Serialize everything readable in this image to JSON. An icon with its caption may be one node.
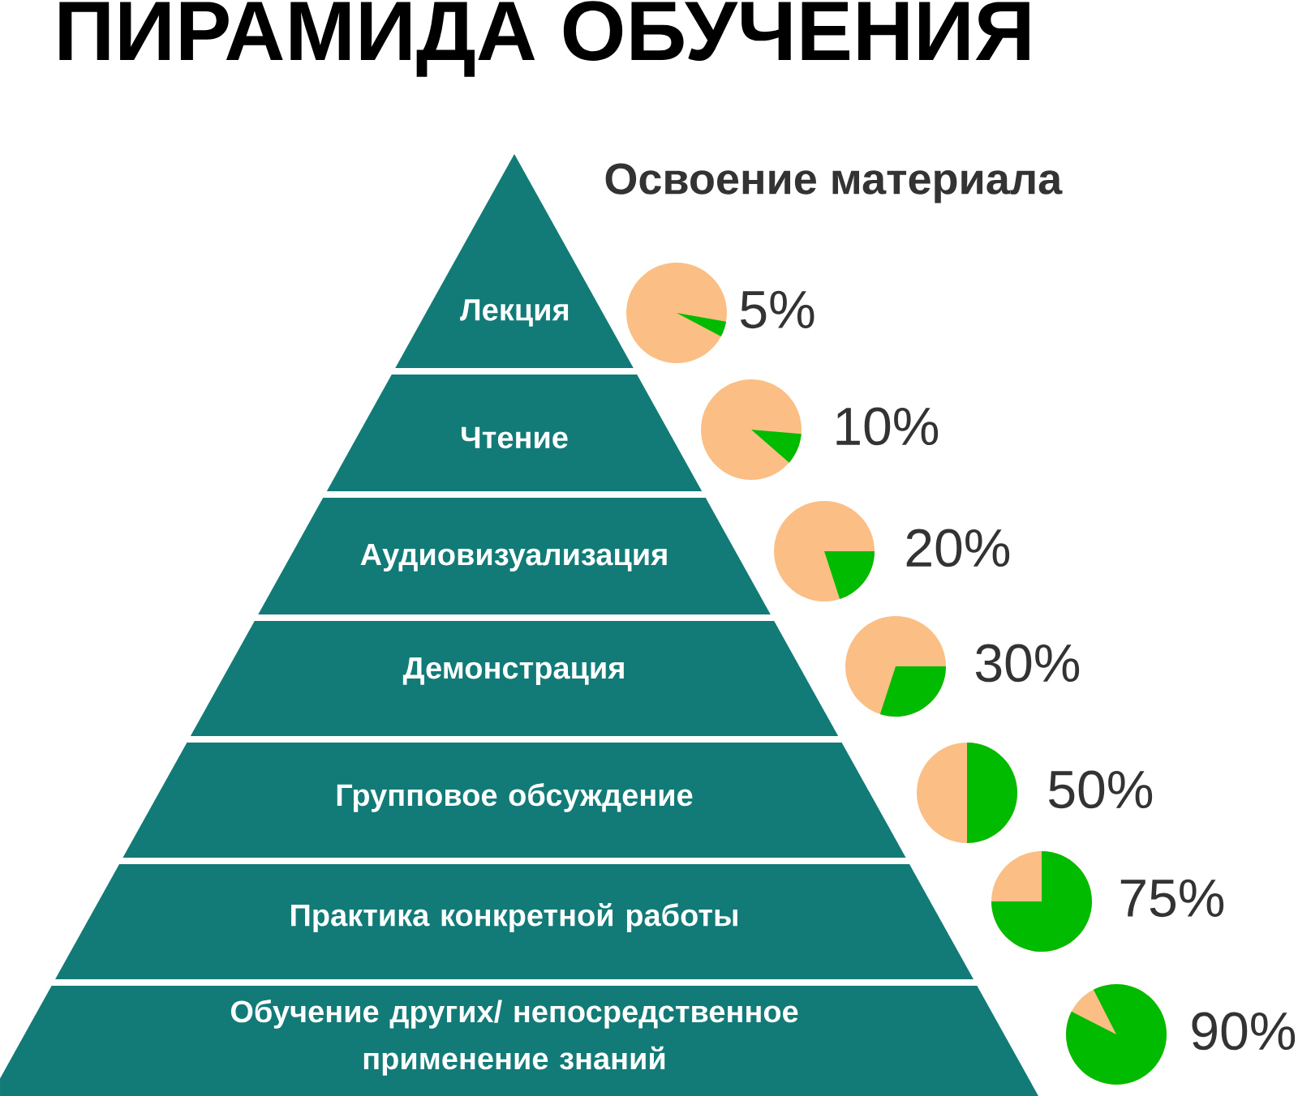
{
  "diagram": {
    "title": "ПИРАМИДА ОБУЧЕНИЯ",
    "nodes": [
      {
        "text": [
          "Лекция"
        ]
      },
      {
        "text": [
          "Чтение"
        ]
      },
      {
        "text": [
          "Аудиовизуализация"
        ]
      },
      {
        "text": [
          "Демонстрация"
        ]
      },
      {
        "text": [
          "Групповое обсуждение"
        ]
      },
      {
        "text": [
          "Практика конкретной работы"
        ]
      },
      {
        "text": [
          "Обучение других/ непосредственное применение знаний"
        ]
      }
    ],
    "labels": [
      "Освоение материала",
      "5%",
      "10%",
      "20%",
      "30%",
      "50%",
      "75%",
      "90%"
    ]
  }
}
